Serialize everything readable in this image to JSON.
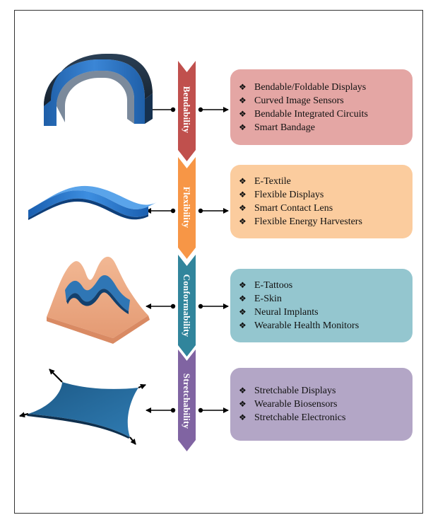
{
  "categories": [
    {
      "label": "Bendability",
      "color": "#c0504d",
      "box_color": "#e4a6a4",
      "items": [
        "Bendable/Foldable Displays",
        "Curved Image Sensors",
        "Bendable Integrated Circuits",
        "Smart Bandage"
      ]
    },
    {
      "label": "Flexibility",
      "color": "#f79646",
      "box_color": "#fbcc9e",
      "items": [
        "E-Textile",
        "Flexible Displays",
        "Smart Contact Lens",
        "Flexible Energy Harvesters"
      ]
    },
    {
      "label": "Conformability",
      "color": "#31859c",
      "box_color": "#94c6cf",
      "items": [
        "E-Tattoos",
        "E-Skin",
        "Neural Implants",
        "Wearable Health Monitors"
      ]
    },
    {
      "label": "Stretchability",
      "color": "#8064a2",
      "box_color": "#b3a6c6",
      "items": [
        "Stretchable Displays",
        "Wearable Biosensors",
        "Stretchable Electronics"
      ]
    }
  ],
  "bullet_glyph": "❖",
  "illustrations": [
    "bent-sheet-icon",
    "wavy-sheet-icon",
    "conformal-surface-icon",
    "stretched-membrane-icon"
  ]
}
